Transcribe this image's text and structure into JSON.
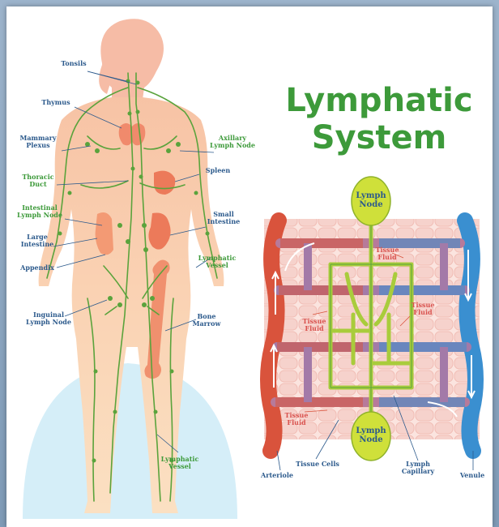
{
  "title": {
    "line1": "Lymphatic",
    "line2": "System"
  },
  "body_labels": {
    "tonsils": "Tonsils",
    "thymus": "Thymus",
    "mammary_plexus": "Mammary\nPlexus",
    "axillary_lymph_node": "Axillary\nLymph Node",
    "thoracic_duct": "Thoracic\nDuct",
    "spleen": "Spleen",
    "intestinal_lymph_node": "Intestinal\nLymph Node",
    "small_intestine": "Small\nIntestine",
    "large_intestine": "Large\nIntestine",
    "lymphatic_vessel_upper": "Lymphatic\nVessel",
    "appendix": "Appendix",
    "inguinal_lymph_node": "Inguinal\nLymph Node",
    "bone_marrow": "Bone\nMarrow",
    "lymphatic_vessel_lower": "Lymphatic\nVessel"
  },
  "capillary_labels": {
    "lymph_node_top": "Lymph\nNode",
    "lymph_node_bottom": "Lymph\nNode",
    "tissue_fluid_1": "Tissue\nFluid",
    "tissue_fluid_2": "Tissue\nFluid",
    "tissue_fluid_3": "Tissue\nFluid",
    "tissue_fluid_4": "Tissue\nFluid",
    "arteriole": "Arteriole",
    "tissue_cells": "Tissue Cells",
    "lymph_capillary": "Lymph\nCapillary",
    "venule": "Venule"
  },
  "colors": {
    "title_green": "#3d9a3a",
    "label_blue": "#2c5a8c",
    "body_skin": "#f7c9a8",
    "organ": "#f08a6c",
    "lymph_green": "#5aa33c",
    "node_yellow": "#c9dc3a",
    "arteriole_red": "#d9533c",
    "venule_blue": "#3a8fd0"
  }
}
